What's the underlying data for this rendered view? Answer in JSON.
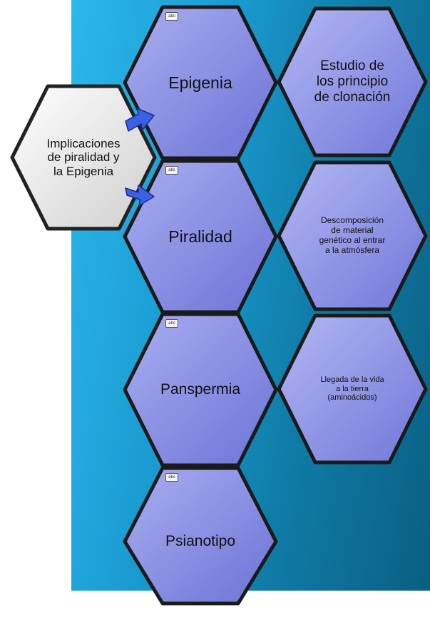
{
  "colors": {
    "background_start": "#2bb8ec",
    "background_end": "#0a5f82",
    "hex_fill": "#7f86e0",
    "hex_fill_light": "#a9aef0",
    "central_fill": "#e6e6e6",
    "arrow_fill": "#3b5fe6"
  },
  "central_topic": {
    "label": "Implicaciones\nde piralidad y\nla Epigenia"
  },
  "topics": [
    {
      "label": "Epigenia",
      "icon": "abc-note-icon"
    },
    {
      "label": "Piralidad",
      "icon": "abc-note-icon"
    },
    {
      "label": "Panspermia",
      "icon": "abc-note-icon"
    },
    {
      "label": "Psianotipo",
      "icon": "abc-note-icon"
    }
  ],
  "notes": [
    {
      "label": "Estudio de\nlos principio\nde clonación"
    },
    {
      "label": "Descomposición\nde material\ngenético al entrar\na la atmósfera"
    },
    {
      "label": "Llegada de la vida\na la tierra\n(aminoácidos)"
    }
  ],
  "note_icon_text": "abc"
}
